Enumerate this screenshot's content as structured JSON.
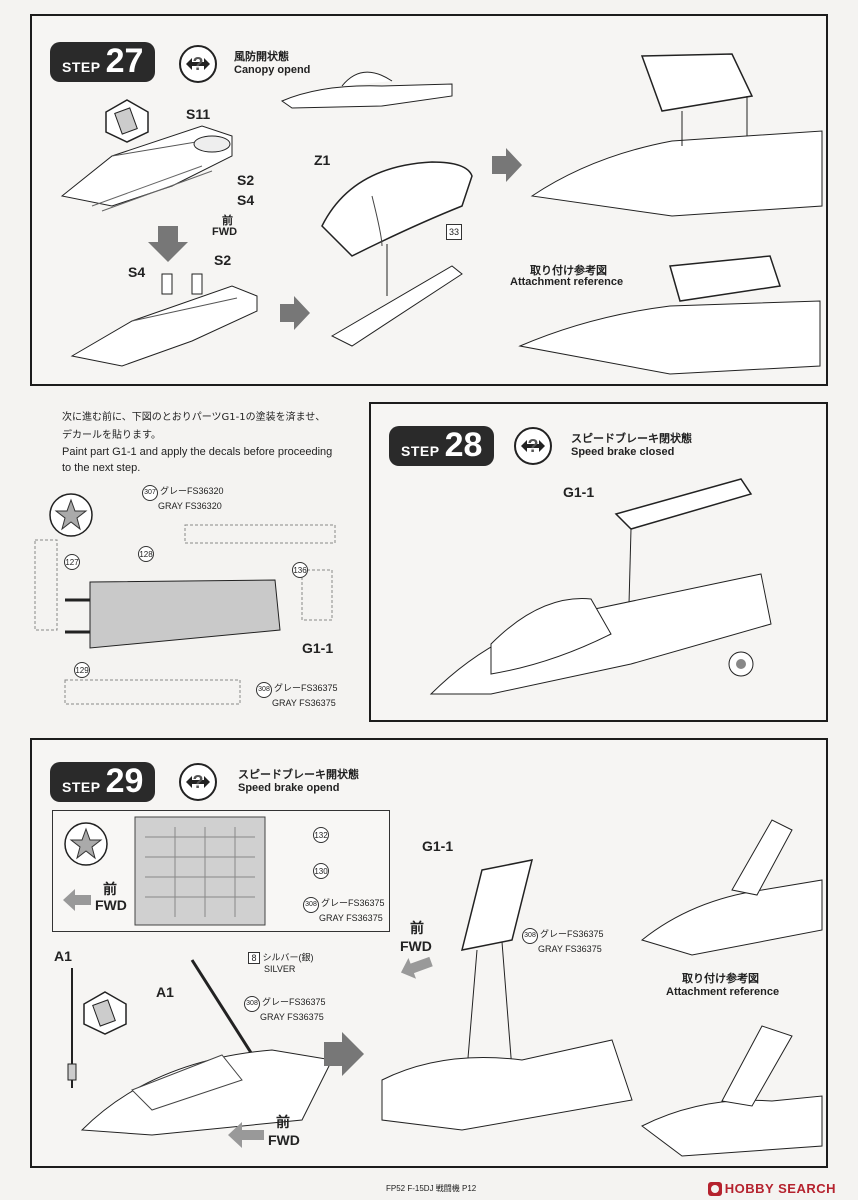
{
  "step27": {
    "step_word": "STEP",
    "number": "27",
    "title_jp": "風防開状態",
    "title_en": "Canopy opend",
    "parts": {
      "s11": "S11",
      "s2_top": "S2",
      "s4_top": "S4",
      "fwd_jp": "前",
      "fwd_en": "FWD",
      "s4": "S4",
      "s2": "S2",
      "z1": "Z1",
      "ref_num": "33"
    },
    "ref_jp": "取り付け参考図",
    "ref_en": "Attachment reference"
  },
  "note": {
    "jp_line1": "次に進む前に、下図のとおりパーツG1-1の塗装を済ませ、",
    "jp_line2": "デカールを貼ります。",
    "en_line1": "Paint part G1-1 and apply the decals before proceeding",
    "en_line2": "to the next step.",
    "decals": [
      "127",
      "128",
      "129",
      "136"
    ],
    "part_label": "G1-1",
    "paint_top": {
      "num": "307",
      "jp": "グレーFS36320",
      "en": "GRAY FS36320"
    },
    "paint_bottom": {
      "num": "308",
      "jp": "グレーFS36375",
      "en": "GRAY FS36375"
    }
  },
  "step28": {
    "step_word": "STEP",
    "number": "28",
    "title_jp": "スピードブレーキ閉状態",
    "title_en": "Speed brake closed",
    "part": "G1-1"
  },
  "step29": {
    "step_word": "STEP",
    "number": "29",
    "title_jp": "スピードブレーキ開状態",
    "title_en": "Speed brake opend",
    "decals": [
      "132",
      "130"
    ],
    "inset_paint": {
      "num": "308",
      "jp": "グレーFS36375",
      "en": "GRAY FS36375"
    },
    "inset_fwd_jp": "前",
    "inset_fwd_en": "FWD",
    "a1_left": "A1",
    "a1_mid": "A1",
    "paint_silver": {
      "num": "8",
      "jp": "シルバー(銀)",
      "en": "SILVER"
    },
    "paint_gray": {
      "num": "308",
      "jp": "グレーFS36375",
      "en": "GRAY FS36375"
    },
    "fwd_bottom_jp": "前",
    "fwd_bottom_en": "FWD",
    "g11": "G1-1",
    "fwd_mid_jp": "前",
    "fwd_mid_en": "FWD",
    "mid_paint": {
      "num": "308",
      "jp": "グレーFS36375",
      "en": "GRAY FS36375"
    },
    "ref_jp": "取り付け参考図",
    "ref_en": "Attachment reference"
  },
  "footer": {
    "text": "FP52 F-15DJ 戦闘機 P12",
    "brand": "HOBBY SEARCH"
  },
  "icons": {
    "optional_build": "swap-question-icon",
    "decal": "star-decal-icon",
    "glue": "glue-icon"
  }
}
